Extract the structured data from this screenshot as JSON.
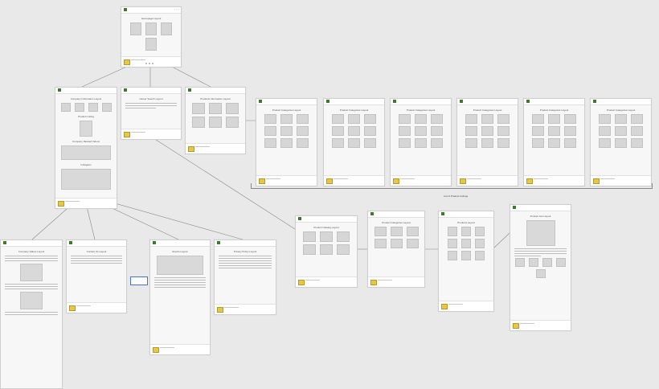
{
  "cards": {
    "homepage": {
      "title": "Homepage Layout"
    },
    "company_info": {
      "title": "Company Information Layout",
      "sub1": "Product Listing",
      "sub2": "Company Related Videos",
      "sub3": "Instagram"
    },
    "careers": {
      "title": "Career Search Layout"
    },
    "product_info": {
      "title": "Products Information Layout"
    },
    "cat1": {
      "title": "Product Categories Layout"
    },
    "cat2": {
      "title": "Product Categories Layout"
    },
    "cat3": {
      "title": "Product Categories Layout"
    },
    "cat4": {
      "title": "Product Categories Layout"
    },
    "cat5": {
      "title": "Product Categories Layout"
    },
    "cat6": {
      "title": "Product Categories Layout"
    },
    "product_catalog": {
      "title": "Product Catalog Layout"
    },
    "sub_categories": {
      "title": "Product Categories Layout"
    },
    "products": {
      "title": "Products Layout"
    },
    "product_list": {
      "title": "Product List Layout"
    },
    "company_values": {
      "title": "Company Values Layout"
    },
    "contact": {
      "title": "Contact Us Layout"
    },
    "events": {
      "title": "Events Layout"
    },
    "privacy": {
      "title": "Privacy Policy Layout"
    }
  },
  "group_caption": "List of Product Listings"
}
